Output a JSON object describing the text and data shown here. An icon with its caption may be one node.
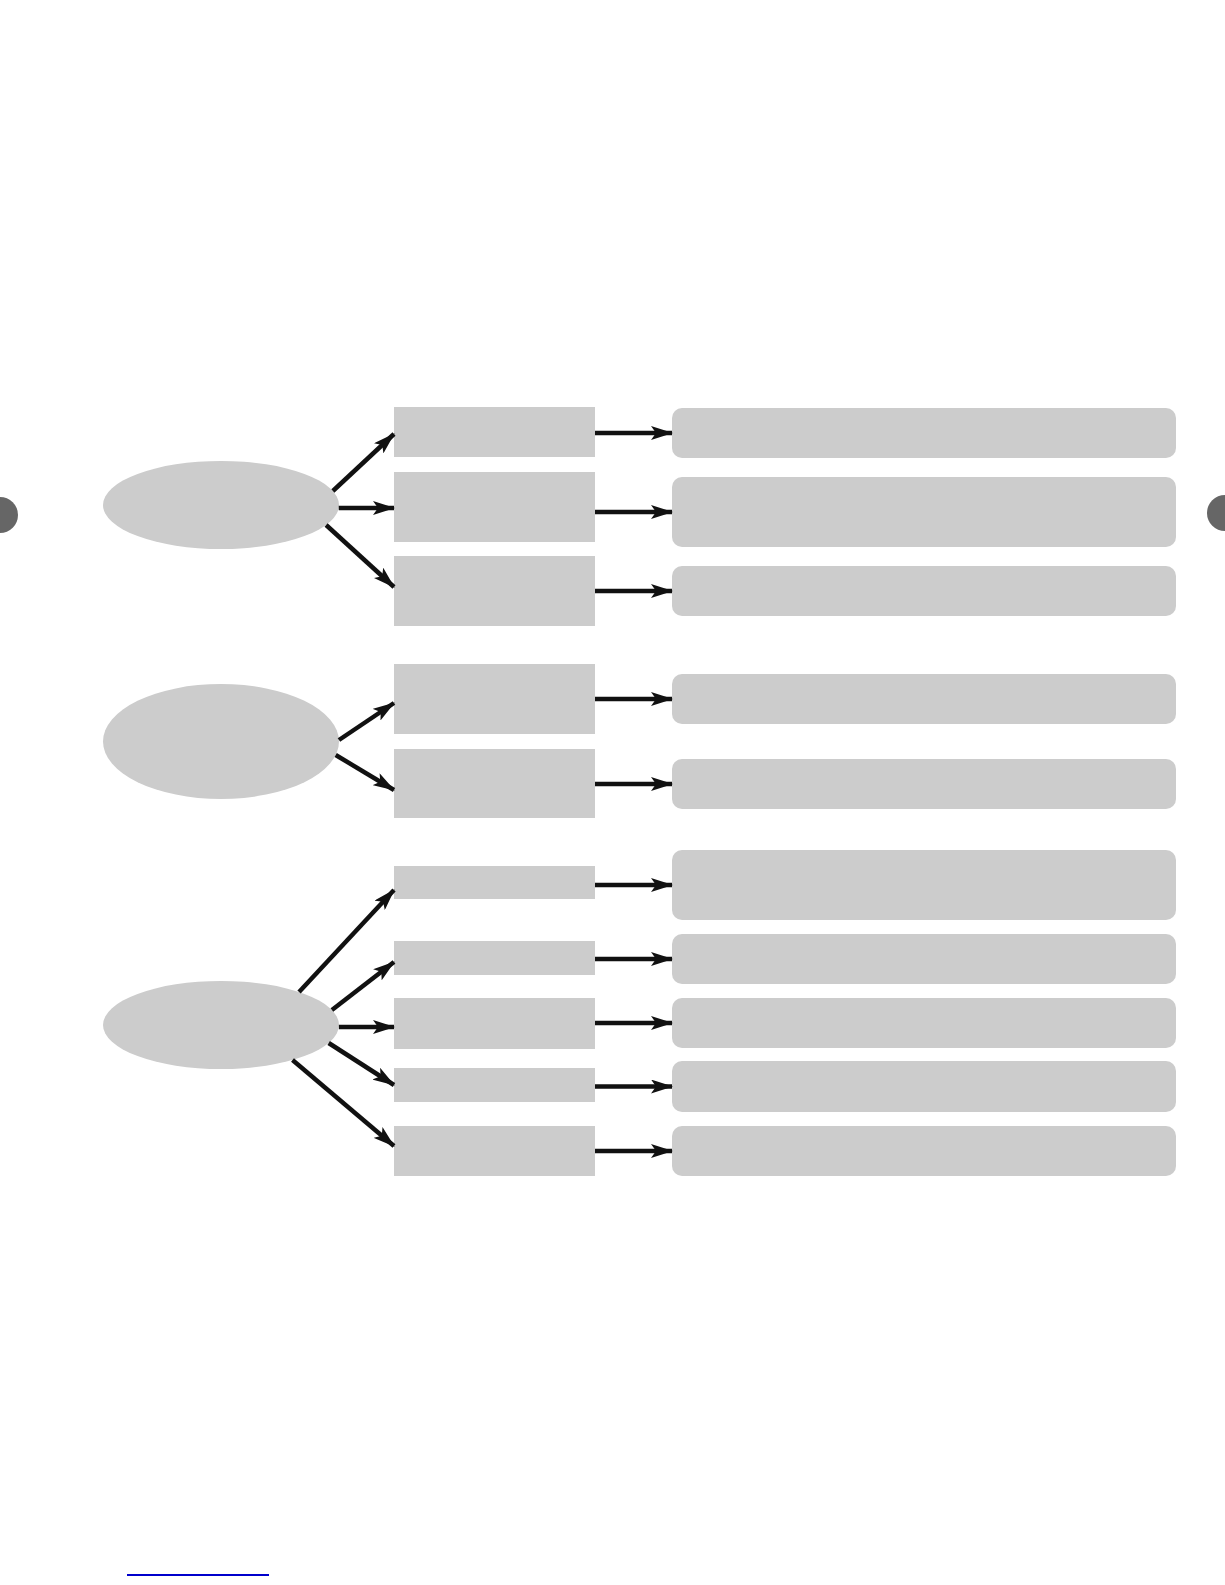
{
  "diagram": {
    "nodes": [
      {
        "text": [],
        "shape": "ellipse"
      },
      {
        "text": [],
        "shape": "box"
      },
      {
        "text": [],
        "shape": "box"
      },
      {
        "text": [],
        "shape": "box"
      },
      {
        "text": [],
        "shape": "box"
      },
      {
        "text": [],
        "shape": "box"
      },
      {
        "text": [],
        "shape": "box"
      },
      {
        "text": [],
        "shape": "ellipse"
      },
      {
        "text": [],
        "shape": "box"
      },
      {
        "text": [],
        "shape": "box"
      },
      {
        "text": [],
        "shape": "box"
      },
      {
        "text": [],
        "shape": "box"
      },
      {
        "text": [],
        "shape": "ellipse"
      },
      {
        "text": [],
        "shape": "box"
      },
      {
        "text": [],
        "shape": "box"
      },
      {
        "text": [],
        "shape": "box"
      },
      {
        "text": [],
        "shape": "box"
      },
      {
        "text": [],
        "shape": "box"
      },
      {
        "text": [],
        "shape": "box"
      },
      {
        "text": [],
        "shape": "box"
      },
      {
        "text": [],
        "shape": "box"
      },
      {
        "text": [],
        "shape": "box"
      },
      {
        "text": [],
        "shape": "box"
      }
    ],
    "edges": [
      {
        "from": 0,
        "to": 1,
        "arrow": "to"
      },
      {
        "from": 0,
        "to": 2,
        "arrow": "to"
      },
      {
        "from": 0,
        "to": 3,
        "arrow": "to"
      },
      {
        "from": 1,
        "to": 4,
        "arrow": "to"
      },
      {
        "from": 2,
        "to": 5,
        "arrow": "to"
      },
      {
        "from": 3,
        "to": 6,
        "arrow": "to"
      },
      {
        "from": 7,
        "to": 8,
        "arrow": "to"
      },
      {
        "from": 7,
        "to": 9,
        "arrow": "to"
      },
      {
        "from": 8,
        "to": 10,
        "arrow": "to"
      },
      {
        "from": 9,
        "to": 11,
        "arrow": "to"
      },
      {
        "from": 12,
        "to": 13,
        "arrow": "to"
      },
      {
        "from": 12,
        "to": 14,
        "arrow": "to"
      },
      {
        "from": 12,
        "to": 15,
        "arrow": "to"
      },
      {
        "from": 12,
        "to": 16,
        "arrow": "to"
      },
      {
        "from": 12,
        "to": 17,
        "arrow": "to"
      },
      {
        "from": 13,
        "to": 18,
        "arrow": "to"
      },
      {
        "from": 14,
        "to": 19,
        "arrow": "to"
      },
      {
        "from": 15,
        "to": 20,
        "arrow": "to"
      },
      {
        "from": 16,
        "to": 21,
        "arrow": "to"
      },
      {
        "from": 17,
        "to": 22,
        "arrow": "to"
      }
    ]
  }
}
